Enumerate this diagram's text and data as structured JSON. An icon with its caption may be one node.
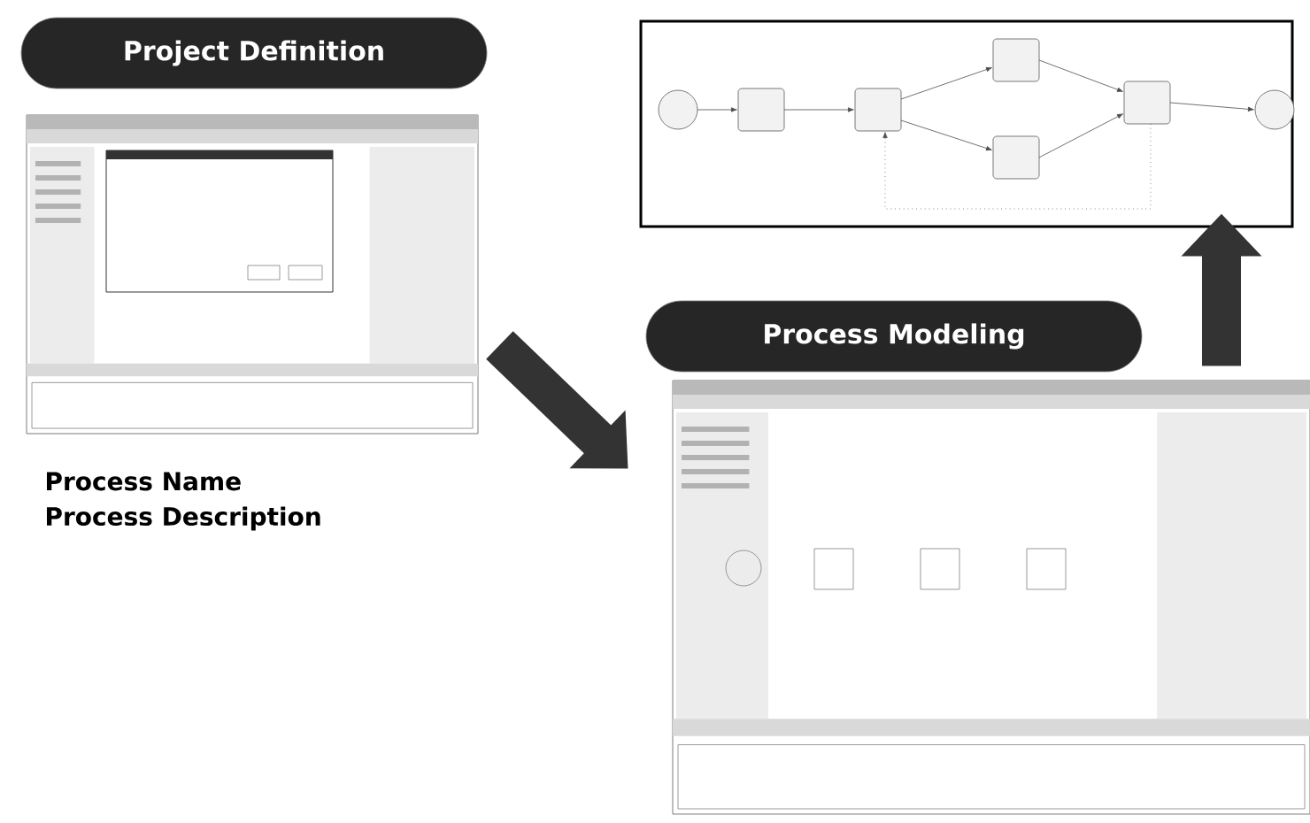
{
  "diagram": {
    "nodes": [
      {
        "text": [
          "Project Definition"
        ]
      },
      {
        "text": [],
        "shape": "picture"
      },
      {
        "text": [
          "Process Modeling"
        ]
      },
      {
        "text": [],
        "shape": "picture"
      },
      {
        "text": [],
        "shape": "picture"
      }
    ],
    "edges": [
      {
        "from": 1,
        "to": 3,
        "arrow": "to"
      },
      {
        "from": 3,
        "to": 4,
        "arrow": "to"
      }
    ],
    "labels": [
      "Process Name",
      "Process Description"
    ]
  }
}
